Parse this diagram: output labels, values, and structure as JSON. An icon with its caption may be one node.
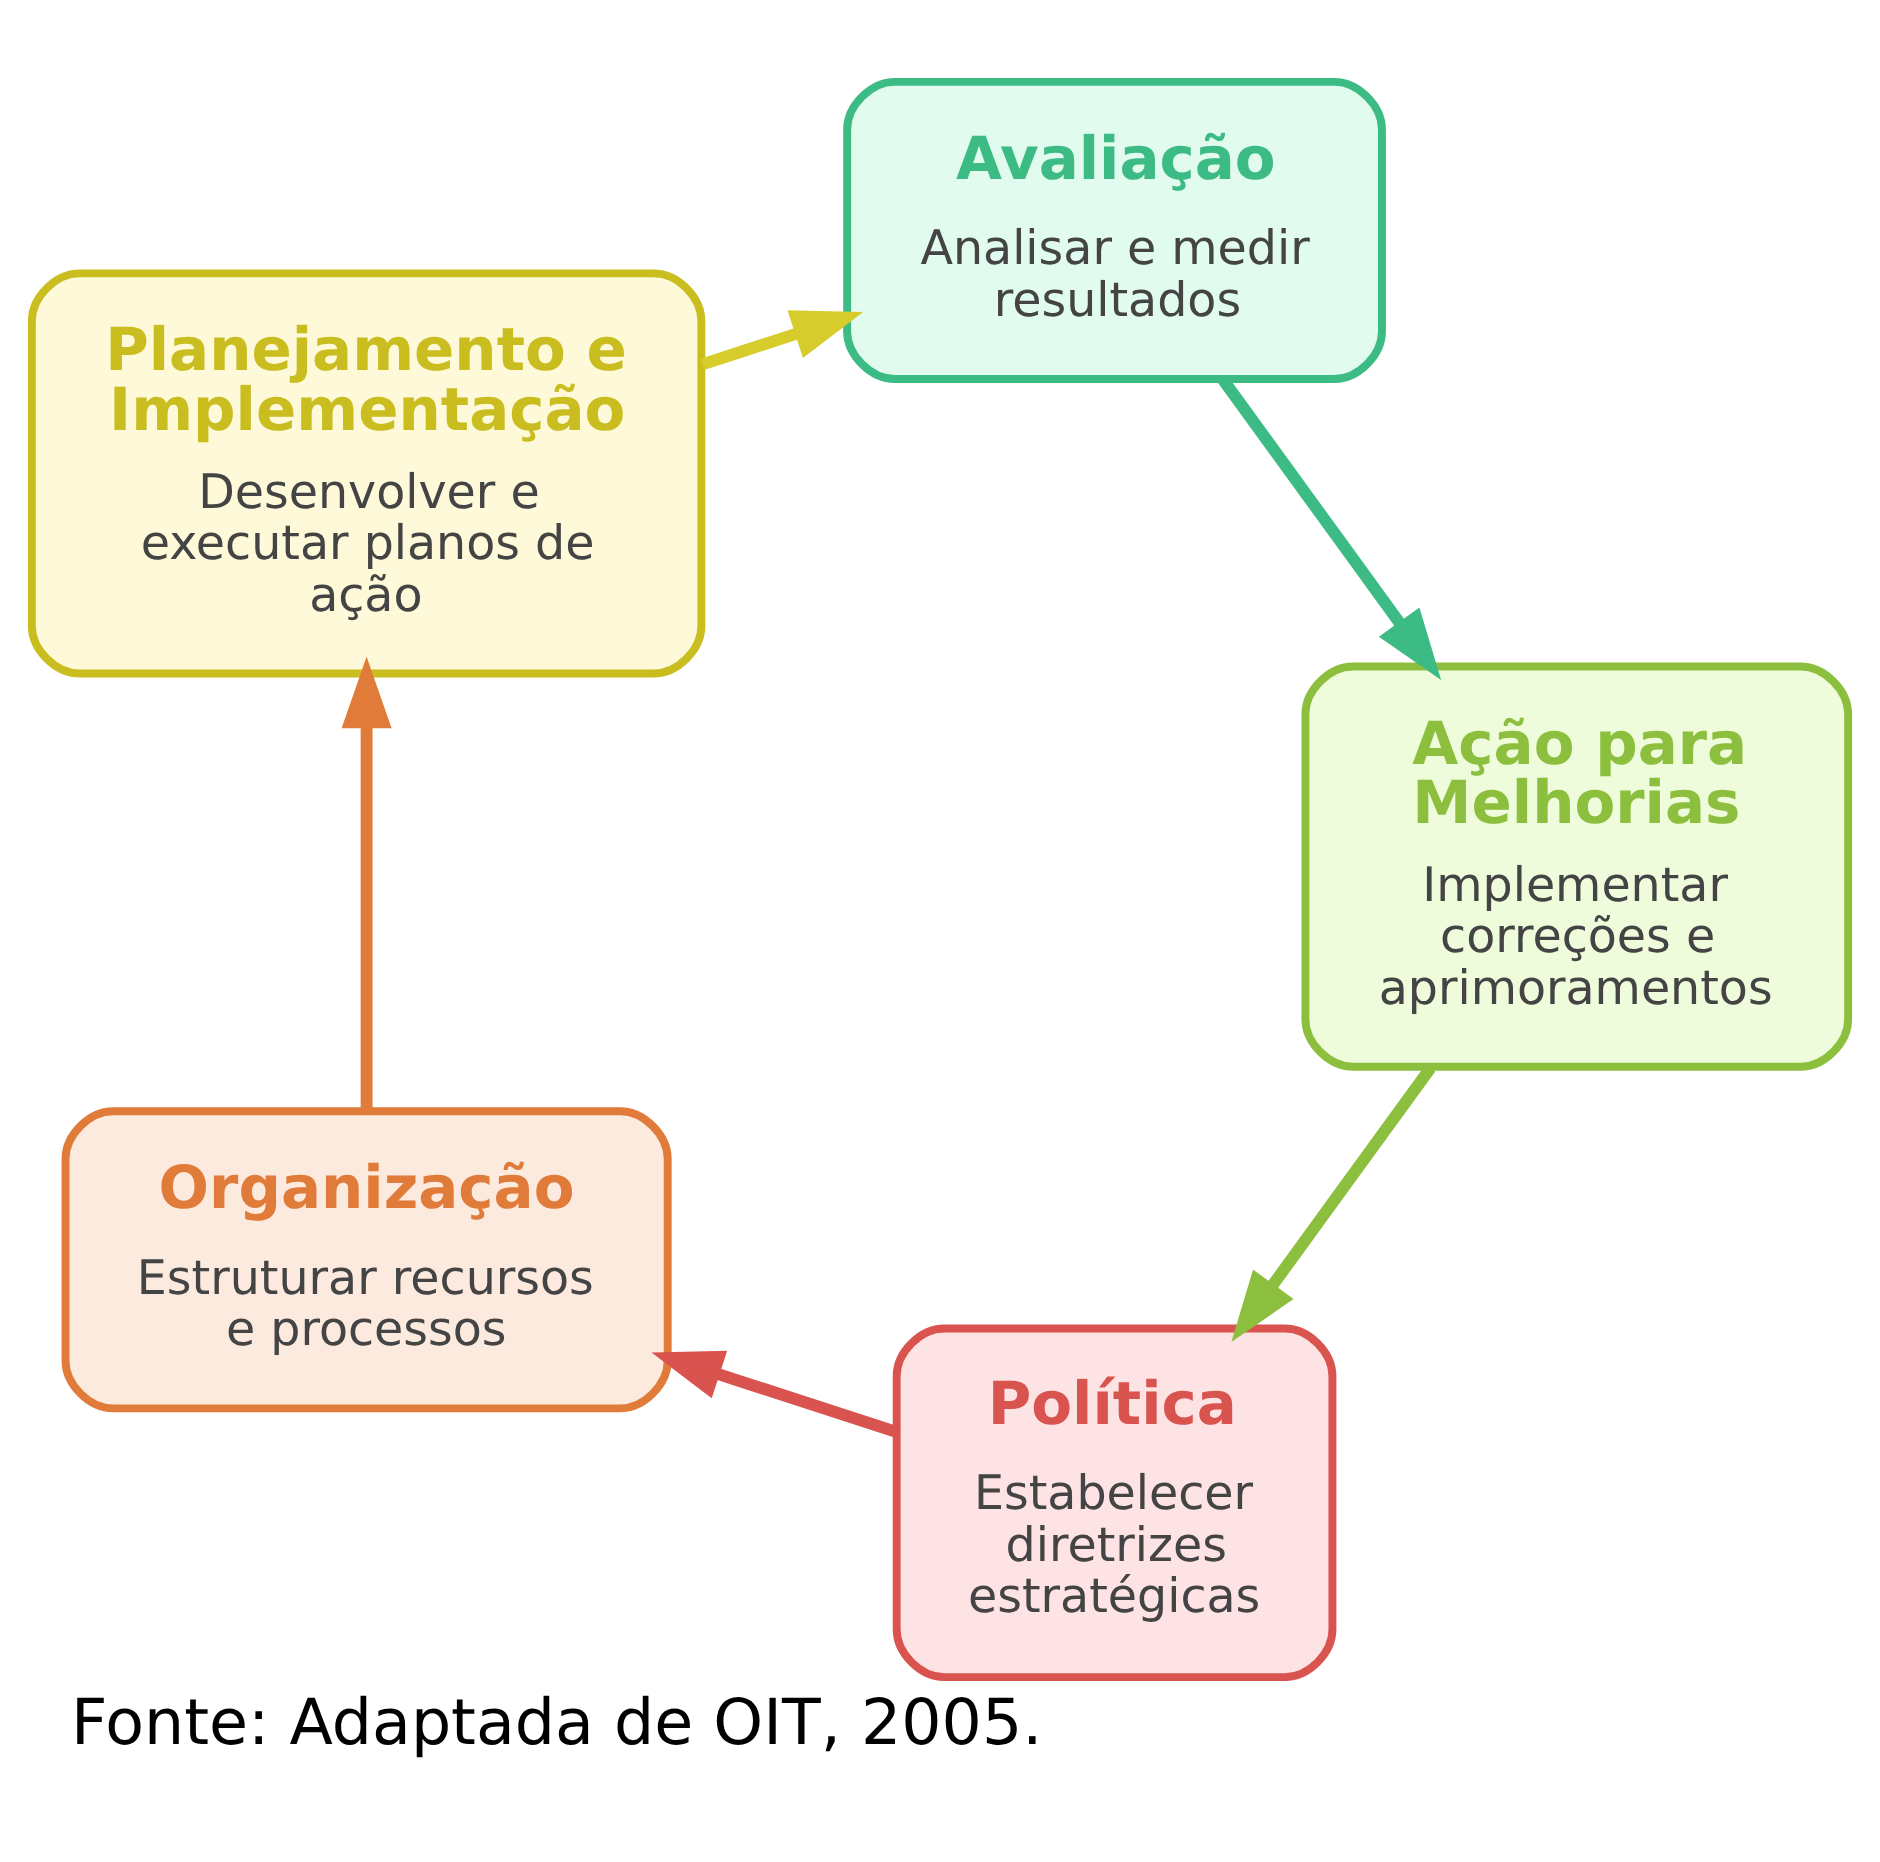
{
  "diagram": {
    "caption": "Fonte: Adaptada de OIT, 2005.",
    "nodes": [
      {
        "text": [
          "Política",
          "Estabelecer diretrizes estratégicas"
        ]
      },
      {
        "text": [
          "Organização",
          "Estruturar recursos e processos"
        ]
      },
      {
        "text": [
          "Planejamento e Implementação",
          "Desenvolver e executar planos de ação"
        ]
      },
      {
        "text": [
          "Avaliação",
          "Analisar e medir resultados"
        ]
      },
      {
        "text": [
          "Ação para Melhorias",
          "Implementar correções e aprimoramentos"
        ]
      }
    ],
    "edges": [
      {
        "from": 0,
        "to": 1,
        "arrow": "to",
        "color": "#d9534f"
      },
      {
        "from": 1,
        "to": 2,
        "arrow": "to",
        "color": "#e07b39"
      },
      {
        "from": 2,
        "to": 3,
        "arrow": "to",
        "color": "#d6cc2b"
      },
      {
        "from": 3,
        "to": 4,
        "arrow": "to",
        "color": "#3dbb85"
      },
      {
        "from": 4,
        "to": 0,
        "arrow": "to",
        "color": "#8dbf3f"
      }
    ]
  }
}
